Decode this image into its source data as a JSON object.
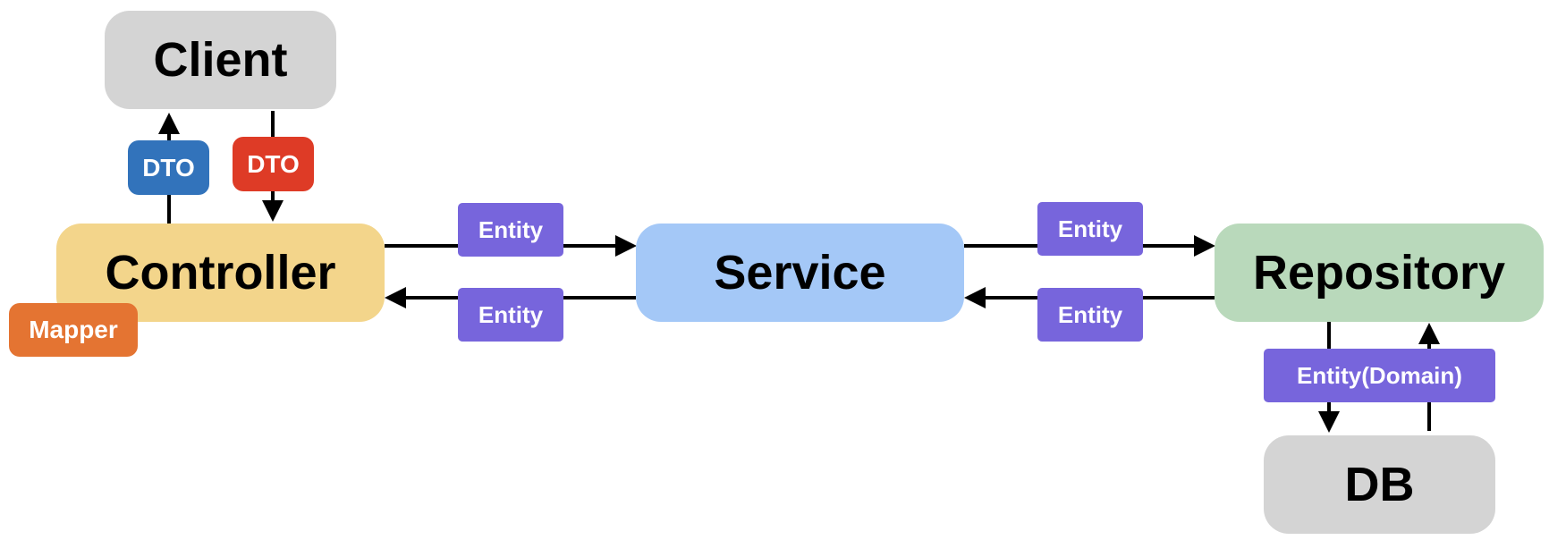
{
  "nodes": {
    "client": "Client",
    "controller": "Controller",
    "service": "Service",
    "repository": "Repository",
    "db": "DB"
  },
  "tags": {
    "dto_up": "DTO",
    "dto_down": "DTO",
    "mapper": "Mapper",
    "entity_controller_service_top": "Entity",
    "entity_controller_service_bottom": "Entity",
    "entity_service_repository_top": "Entity",
    "entity_service_repository_bottom": "Entity",
    "entity_domain": "Entity(Domain)"
  },
  "colors": {
    "client": "#d4d4d4",
    "controller": "#f3d58b",
    "service": "#a4c8f7",
    "repository": "#b9d9bb",
    "db": "#d4d4d4",
    "dto_up": "#3273bb",
    "dto_down": "#de3b26",
    "mapper": "#e47432",
    "entity": "#7765dc",
    "arrow": "#000000"
  }
}
